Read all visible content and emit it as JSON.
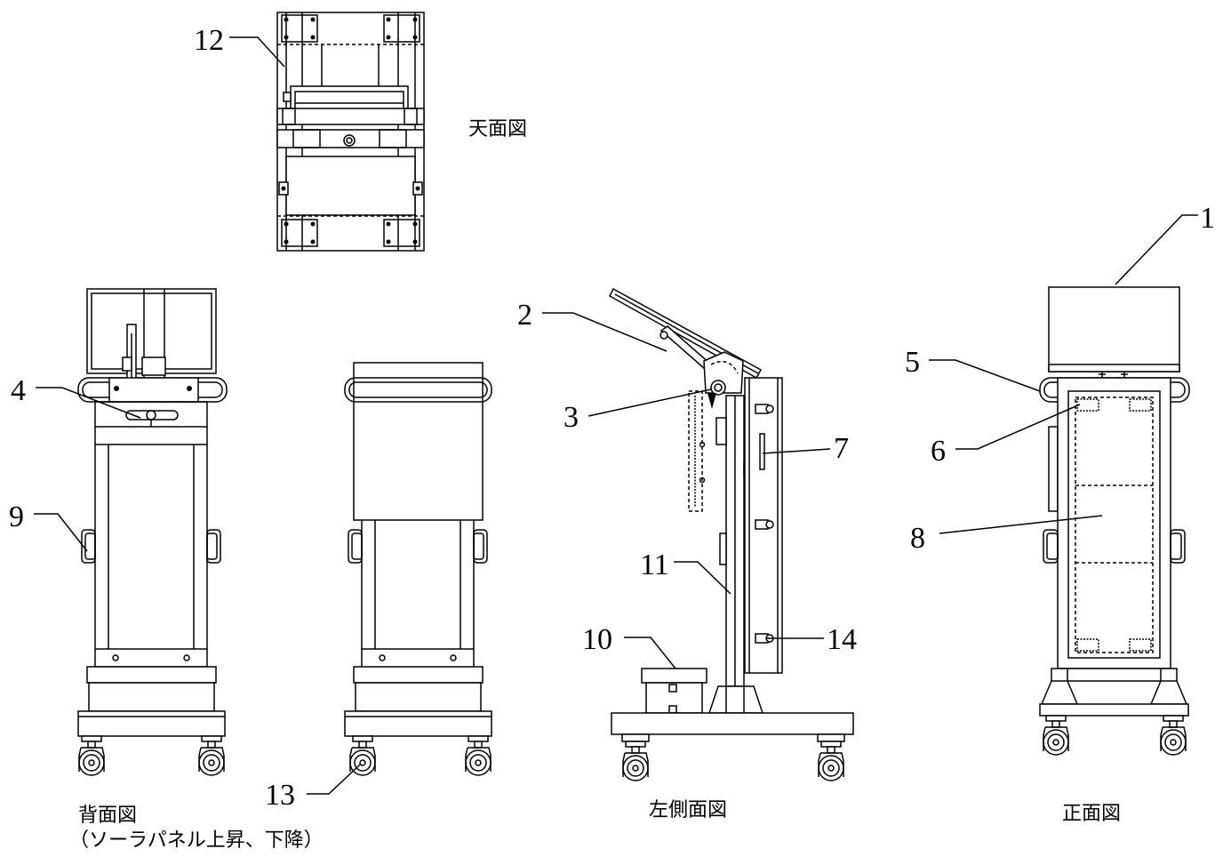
{
  "labels": {
    "l1": "1",
    "l2": "2",
    "l3": "3",
    "l4": "4",
    "l5": "5",
    "l6": "6",
    "l7": "7",
    "l8": "8",
    "l9": "9",
    "l10": "10",
    "l11": "11",
    "l12": "12",
    "l13": "13",
    "l14": "14"
  },
  "captions": {
    "top_view": "天面図",
    "back_view": "背面図",
    "back_view_note": "（ソーラパネル上昇、下降）",
    "left_side_view": "左側面図",
    "front_view": "正面図"
  }
}
